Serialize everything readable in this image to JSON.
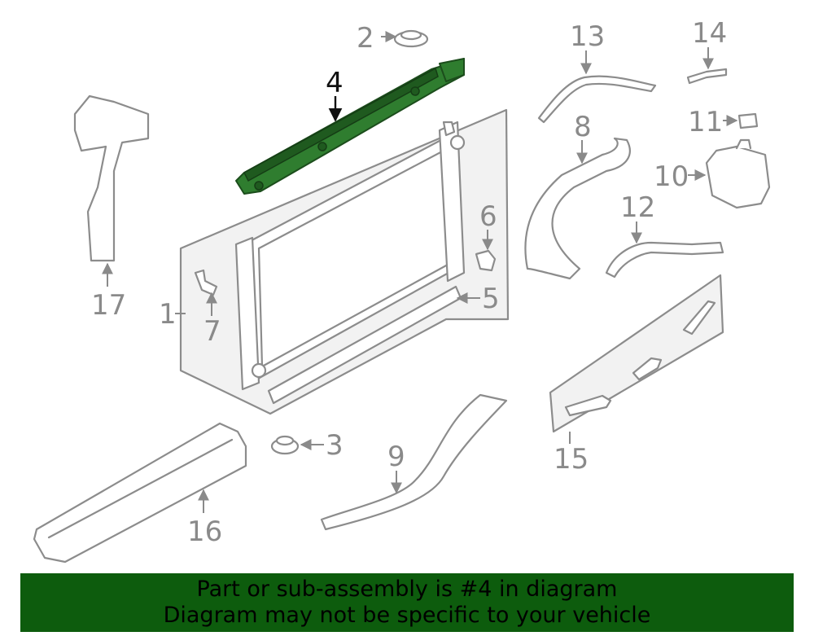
{
  "callouts": {
    "c1": "1",
    "c2": "2",
    "c3": "3",
    "c4": "4",
    "c5": "5",
    "c6": "6",
    "c7": "7",
    "c8": "8",
    "c9": "9",
    "c10": "10",
    "c11": "11",
    "c12": "12",
    "c13": "13",
    "c14": "14",
    "c15": "15",
    "c16": "16",
    "c17": "17"
  },
  "banner": {
    "line1": "Part or sub-assembly is #4 in diagram",
    "line2": "Diagram may not be specific to your vehicle"
  },
  "colors": {
    "highlight": "#2f7d2f",
    "banner_bg": "#0d5c0d",
    "callout_gray": "#8a8a8a",
    "panel_bg": "#f2f2f2"
  }
}
